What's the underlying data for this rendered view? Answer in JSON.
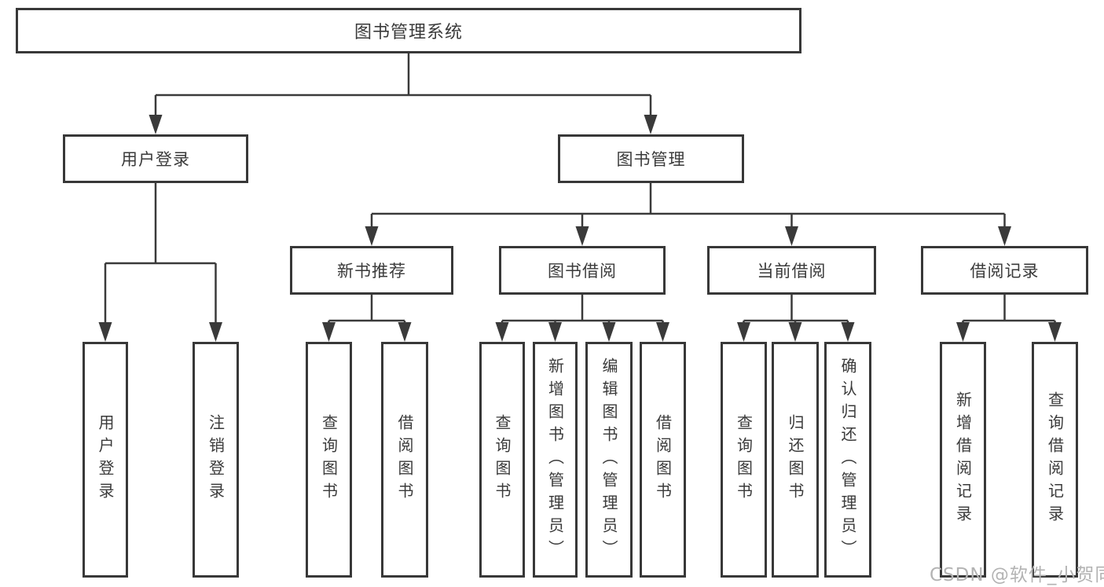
{
  "diagram": {
    "tree": {
      "label": "图书管理系统",
      "children": [
        {
          "label": "用户登录",
          "children": [
            {
              "label": "用户登录"
            },
            {
              "label": "注销登录"
            }
          ]
        },
        {
          "label": "图书管理",
          "children": [
            {
              "label": "新书推荐",
              "children": [
                {
                  "label": "查询图书"
                },
                {
                  "label": "借阅图书"
                }
              ]
            },
            {
              "label": "图书借阅",
              "children": [
                {
                  "label": "查询图书"
                },
                {
                  "label": "新增图书（管理员）"
                },
                {
                  "label": "编辑图书（管理员）"
                },
                {
                  "label": "借阅图书"
                }
              ]
            },
            {
              "label": "当前借阅",
              "children": [
                {
                  "label": "查询图书"
                },
                {
                  "label": "归还图书"
                },
                {
                  "label": "确认归还（管理员）"
                }
              ]
            },
            {
              "label": "借阅记录",
              "children": [
                {
                  "label": "新增借阅记录"
                },
                {
                  "label": "查询借阅记录"
                }
              ]
            }
          ]
        }
      ]
    },
    "colors": {
      "line": "#3a3a3a",
      "border": "#383838",
      "text": "#3a3a3a",
      "background": "#ffffff",
      "watermark": "#b3b3b3"
    }
  },
  "watermark": {
    "text": "CSDN @软件_小贺同学"
  }
}
